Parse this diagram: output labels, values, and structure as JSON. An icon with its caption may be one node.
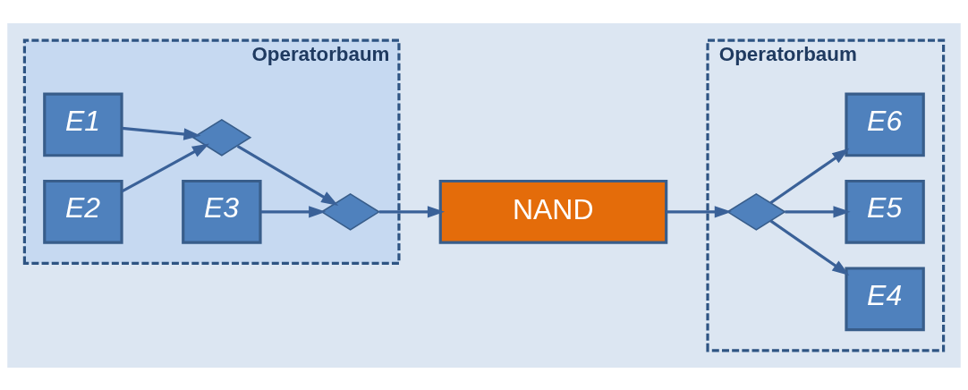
{
  "diagram": {
    "nodes": [
      {
        "text": [
          "Operatorbaum"
        ]
      },
      {
        "text": [
          "E1"
        ],
        "in": 0
      },
      {
        "text": [
          "E2"
        ],
        "in": 0
      },
      {
        "text": [
          "E3"
        ],
        "in": 0
      },
      {
        "text": [],
        "shape": "diamond",
        "in": 0
      },
      {
        "text": [],
        "shape": "diamond",
        "in": 0
      },
      {
        "text": [
          "NAND"
        ]
      },
      {
        "text": [
          "Operatorbaum"
        ]
      },
      {
        "text": [],
        "shape": "diamond",
        "in": 7
      },
      {
        "text": [
          "E4"
        ],
        "in": 7
      },
      {
        "text": [
          "E5"
        ],
        "in": 7
      },
      {
        "text": [
          "E6"
        ],
        "in": 7
      }
    ],
    "edges": [
      {
        "from": 1,
        "to": 4,
        "arrow": "to"
      },
      {
        "from": 2,
        "to": 4,
        "arrow": "to"
      },
      {
        "from": 4,
        "to": 5,
        "arrow": "to"
      },
      {
        "from": 3,
        "to": 5,
        "arrow": "to"
      },
      {
        "from": 5,
        "to": 6,
        "arrow": "to"
      },
      {
        "from": 6,
        "to": 8,
        "arrow": "to"
      },
      {
        "from": 8,
        "to": 9,
        "arrow": "to"
      },
      {
        "from": 8,
        "to": 10,
        "arrow": "to"
      },
      {
        "from": 8,
        "to": 11,
        "arrow": "to"
      }
    ]
  }
}
